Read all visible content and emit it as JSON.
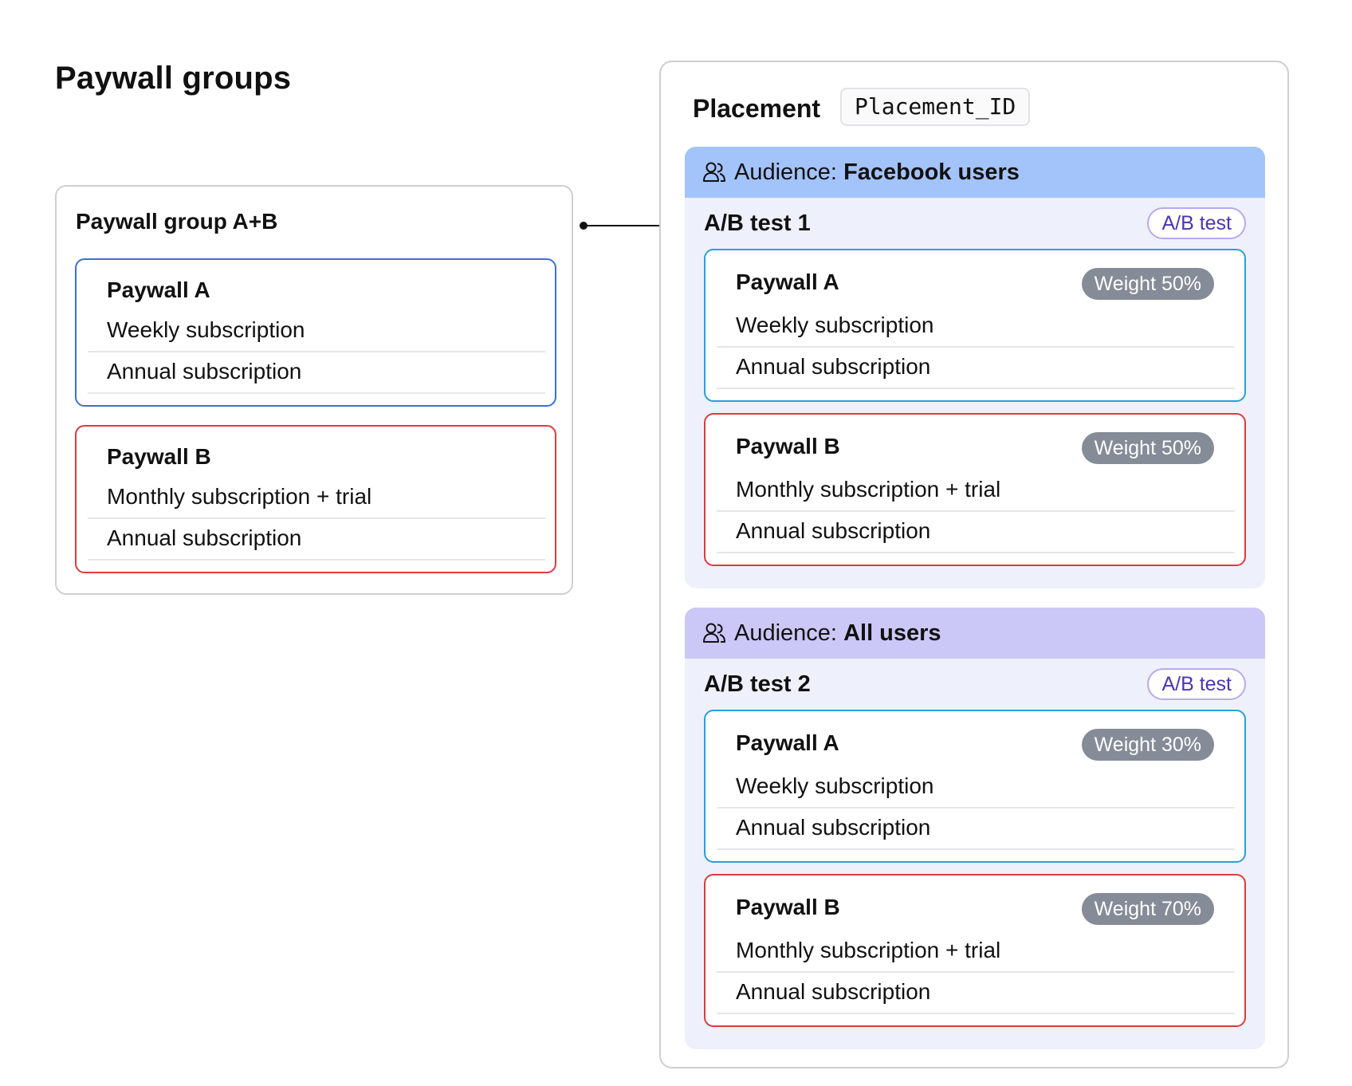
{
  "page": {
    "title": "Paywall groups"
  },
  "group": {
    "title": "Paywall group A+B",
    "paywalls": [
      {
        "name": "Paywall A",
        "products": [
          "Weekly subscription",
          "Annual subscription"
        ]
      },
      {
        "name": "Paywall B",
        "products": [
          "Monthly subscription + trial",
          "Annual subscription"
        ]
      }
    ]
  },
  "placement": {
    "label": "Placement",
    "id": "Placement_ID",
    "audiences": [
      {
        "prefix": "Audience:",
        "name": "Facebook users",
        "color": "#a3c3fb",
        "ab_title": "A/B test 1",
        "ab_badge": "A/B test",
        "paywalls": [
          {
            "name": "Paywall A",
            "weight": "Weight 50%",
            "products": [
              "Weekly subscription",
              "Annual subscription"
            ]
          },
          {
            "name": "Paywall B",
            "weight": "Weight 50%",
            "products": [
              "Monthly subscription + trial",
              "Annual subscription"
            ]
          }
        ]
      },
      {
        "prefix": "Audience:",
        "name": "All users",
        "color": "#cbc8f7",
        "ab_title": "A/B test 2",
        "ab_badge": "A/B test",
        "paywalls": [
          {
            "name": "Paywall A",
            "weight": "Weight 30%",
            "products": [
              "Weekly subscription",
              "Annual subscription"
            ]
          },
          {
            "name": "Paywall B",
            "weight": "Weight 70%",
            "products": [
              "Monthly subscription + trial",
              "Annual subscription"
            ]
          }
        ]
      }
    ]
  },
  "colors": {
    "paywall_a_left": "#3b6fd8",
    "paywall_a_right": "#2a9fd8",
    "paywall_b": "#dc3b3f",
    "weight_badge": "#858b97",
    "ab_badge_text": "#4a36b8"
  },
  "icons": {
    "audience": "users-icon",
    "connector": "arrow-right-icon"
  }
}
